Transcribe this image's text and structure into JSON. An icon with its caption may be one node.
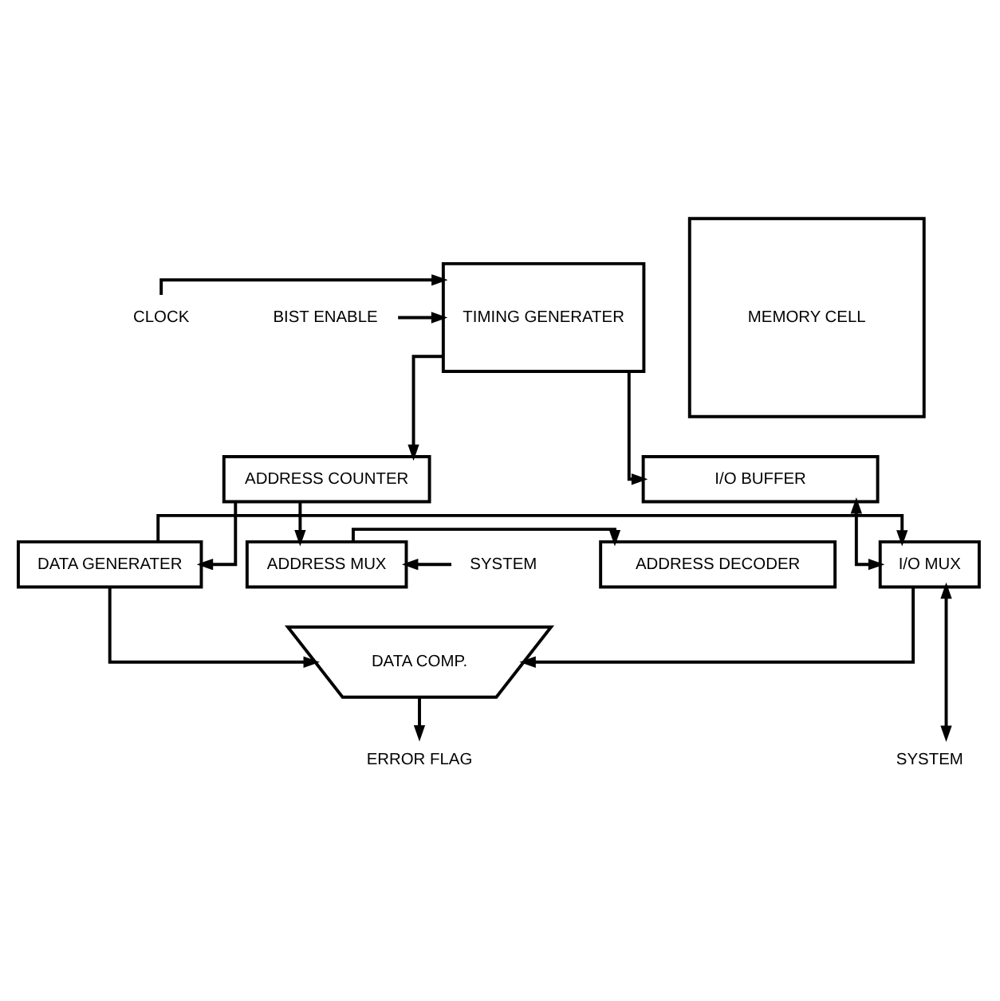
{
  "diagram": {
    "nodes": [
      {
        "text": [
          "ADDRESS DECODER"
        ]
      },
      {
        "text": [
          "MEMORY CELL"
        ]
      },
      {
        "text": [
          "I/O BUFFER"
        ]
      },
      {
        "text": [
          "ADDRESS MUX"
        ]
      },
      {
        "text": [
          "SYSTEM"
        ]
      },
      {
        "text": [
          "ADDRESS COUNTER"
        ]
      },
      {
        "text": [
          "TIMING GENERATER"
        ]
      },
      {
        "text": [
          "CLOCK"
        ]
      },
      {
        "text": [
          "BIST ENABLE"
        ]
      },
      {
        "text": [
          "I/O MUX"
        ]
      },
      {
        "text": [
          "DATA GENERATER"
        ]
      },
      {
        "text": [
          "DATA COMP."
        ]
      },
      {
        "text": [
          "SYSTEM"
        ]
      },
      {
        "text": [
          "ERROR FLAG"
        ]
      }
    ],
    "edges": [
      {
        "from": 3,
        "to": 0,
        "arrow": "to"
      },
      {
        "from": 4,
        "to": 3,
        "arrow": "to"
      },
      {
        "from": 5,
        "to": 3,
        "arrow": "to"
      },
      {
        "from": 6,
        "to": 5,
        "arrow": "to"
      },
      {
        "from": 7,
        "to": 6,
        "arrow": "to"
      },
      {
        "from": 8,
        "to": 6,
        "arrow": "to"
      },
      {
        "from": 5,
        "to": 10,
        "arrow": "to"
      },
      {
        "from": 6,
        "to": 2,
        "arrow": "to"
      },
      {
        "from": 2,
        "to": 9,
        "arrow": "both"
      },
      {
        "from": 10,
        "to": 9,
        "arrow": "to"
      },
      {
        "from": 9,
        "to": 11,
        "arrow": "to"
      },
      {
        "from": 10,
        "to": 11,
        "arrow": "to"
      },
      {
        "from": 9,
        "to": 12,
        "arrow": "both"
      },
      {
        "from": 11,
        "to": 13,
        "arrow": "to"
      }
    ]
  }
}
